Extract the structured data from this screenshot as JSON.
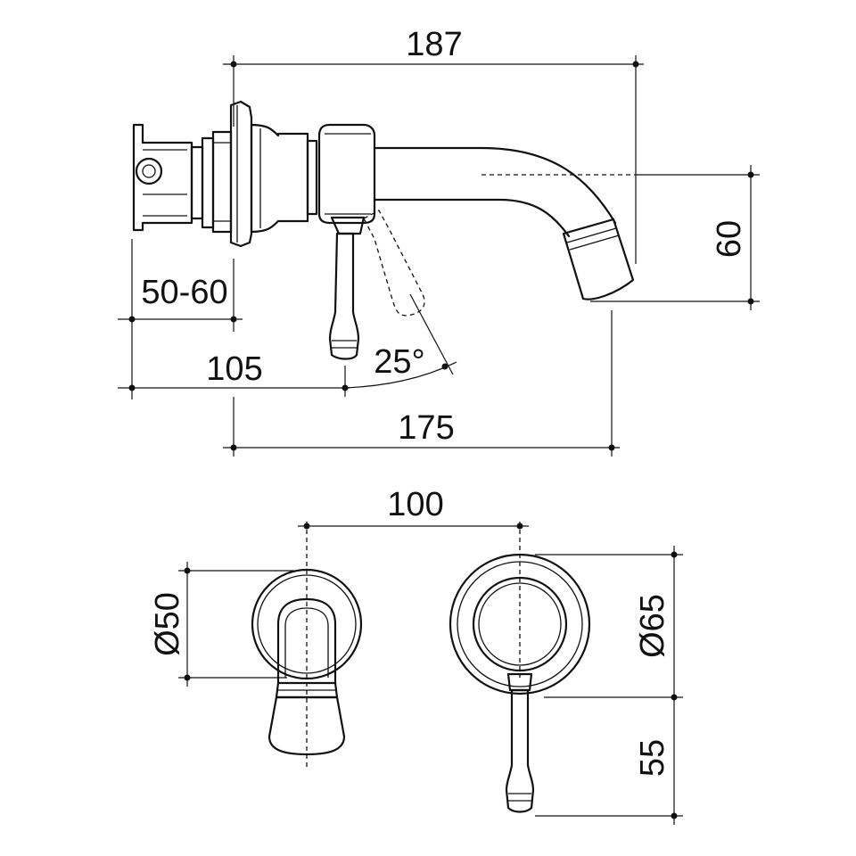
{
  "dimensions": {
    "overall_length": "187",
    "spout_height": "60",
    "wall_depth": "50-60",
    "lever_offset": "105",
    "spout_projection": "175",
    "lever_angle": "25°",
    "centres": "100",
    "spout_plate_diameter": "Ø50",
    "mixer_plate_diameter": "Ø65",
    "lever_length": "55"
  },
  "colors": {
    "line": "#111111",
    "background": "#ffffff"
  }
}
